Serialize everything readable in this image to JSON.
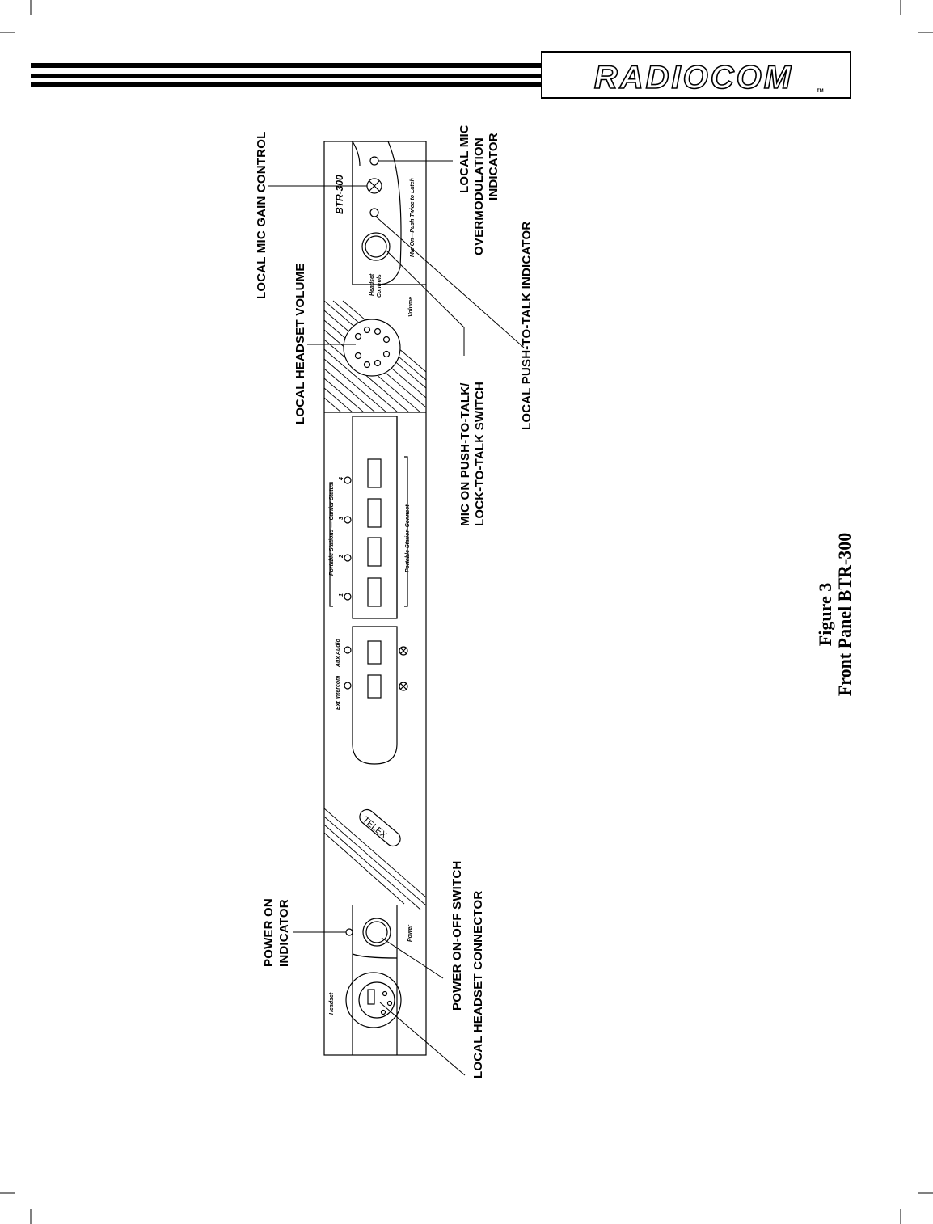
{
  "header": {
    "logo_text": "RADIOCOM",
    "trademark": "TM"
  },
  "callouts": {
    "local_mic_gain_control": "LOCAL MIC GAIN CONTROL",
    "local_headset_volume": "LOCAL HEADSET VOLUME",
    "power_on_indicator_1": "POWER ON",
    "power_on_indicator_2": "INDICATOR",
    "local_mic_overmod_1": "LOCAL MIC",
    "local_mic_overmod_2": "OVERMODULATION",
    "local_mic_overmod_3": "INDICATOR",
    "local_ptt_indicator": "LOCAL PUSH-TO-TALK INDICATOR",
    "mic_on_ptt_1": "MIC ON PUSH-TO-TALK/",
    "mic_on_ptt_2": "LOCK-TO-TALK SWITCH",
    "power_switch": "POWER ON-OFF SWITCH",
    "headset_connector": "LOCAL HEADSET CONNECTOR"
  },
  "panel": {
    "model": "BTR-300",
    "mic_on_label": "Mic On—Push Twice to Latch",
    "headset_controls_1": "Headset",
    "headset_controls_2": "Controls",
    "volume": "Volume",
    "portable_stations_status": "Portable Stations — Carrier Status",
    "portable_station_connect": "Portable Station Connect",
    "station_1": "1",
    "station_2": "2",
    "station_3": "3",
    "station_4": "4",
    "aux_audio": "Aux Audio",
    "ext_intercom": "Ext Intercom",
    "telex": "TELEX",
    "power": "Power",
    "headset": "Headset"
  },
  "caption": {
    "line1": "Figure 3",
    "line2": "Front Panel BTR-300"
  }
}
